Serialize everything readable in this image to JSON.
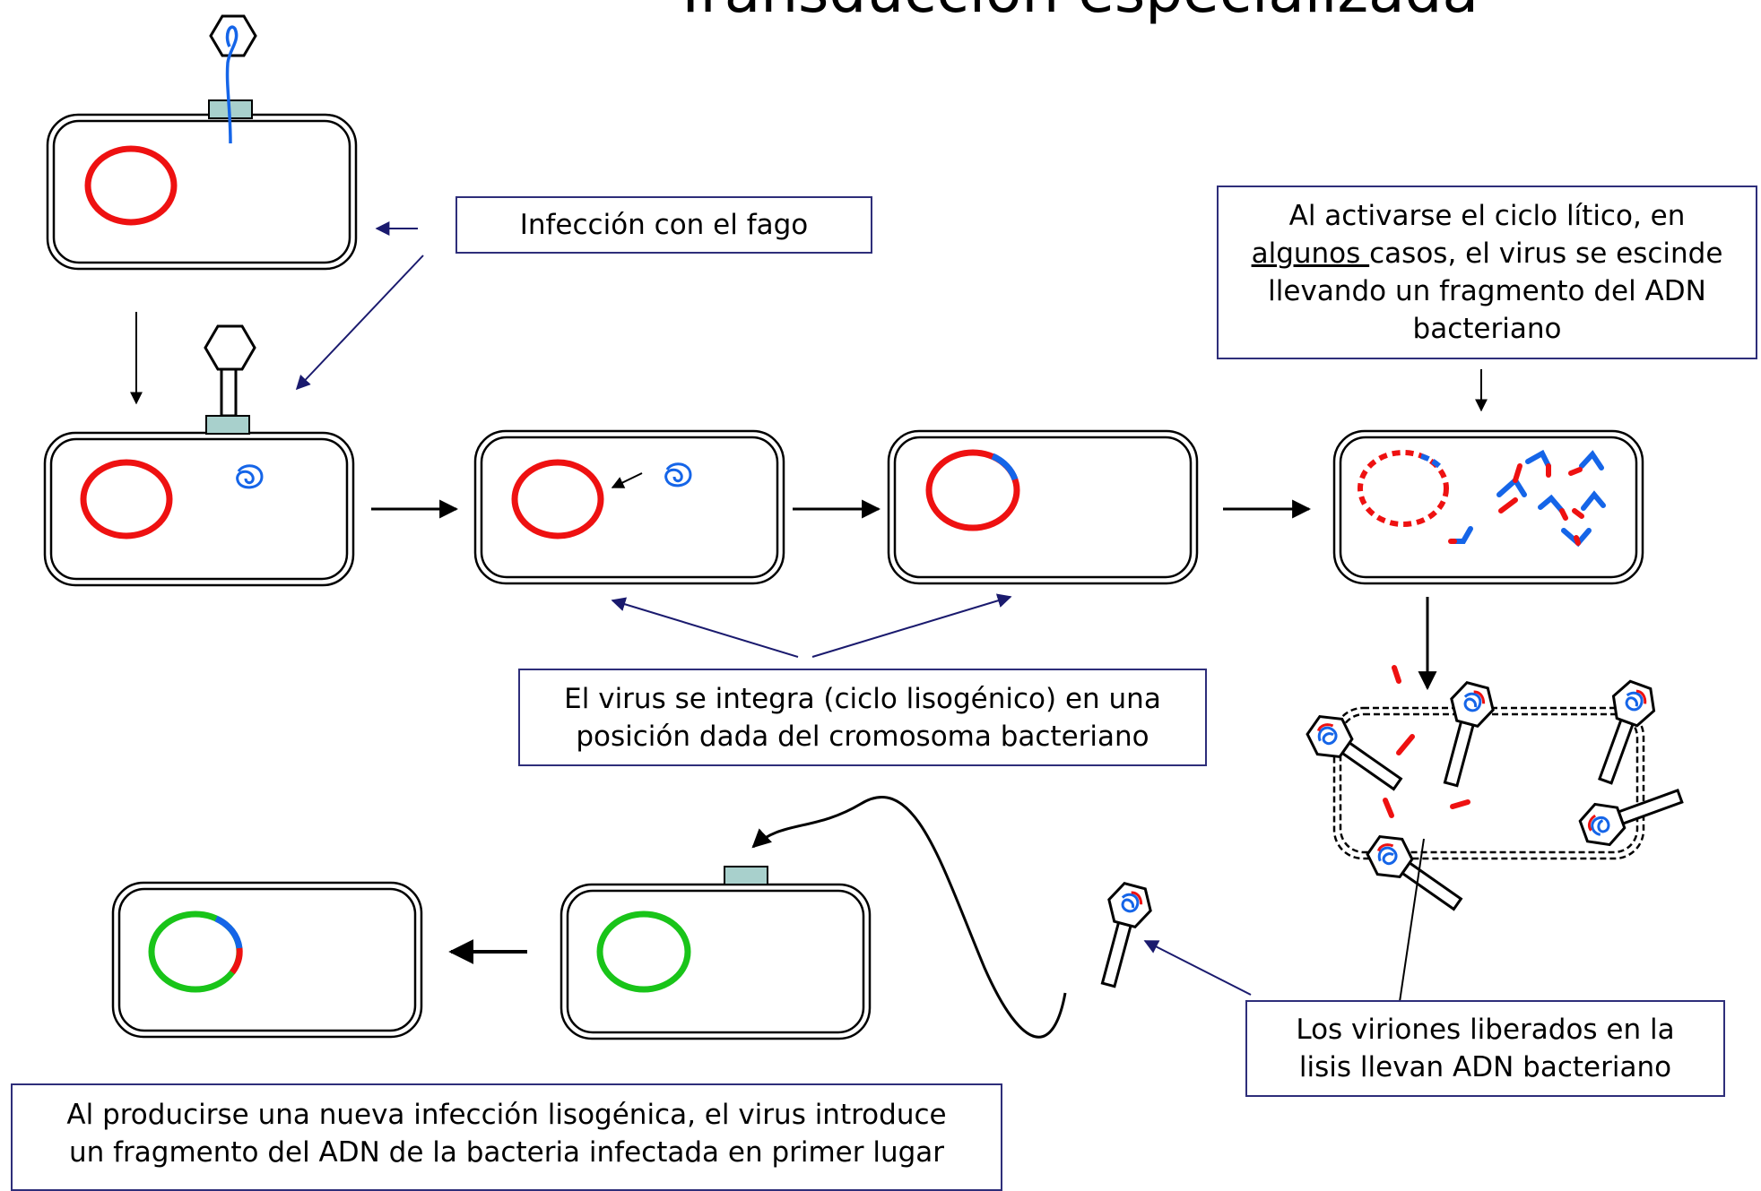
{
  "title": "Transducción especializada",
  "labels": {
    "infection": "Infección con el fago",
    "lytic": {
      "l1_pre": "Al activarse el ciclo lítico, en",
      "l2_u": "algunos ",
      "l2_rest": "casos, el virus se escinde",
      "l3": "llevando un fragmento del ADN",
      "l4": "bacteriano"
    },
    "lysogenic": {
      "l1": "El virus se integra (ciclo lisogénico) en una",
      "l2": "posición dada del cromosoma bacteriano"
    },
    "virions": {
      "l1": "Los viriones liberados en la",
      "l2": "lisis llevan ADN bacteriano"
    },
    "new_infection": {
      "l1": "Al producirse una nueva infección lisogénica, el virus introduce",
      "l2": "un fragmento del ADN de la bacteria infectada en primer lugar"
    }
  },
  "colors": {
    "chromosome": "#ee1111",
    "phage_dna": "#1565e8",
    "new_host_chromosome": "#19c419",
    "baseplate": "#a8d0cc",
    "label_border": "#2e2e7a",
    "arrow": "#000000",
    "pointer_arrow": "#1a1a6e"
  },
  "icons": [
    "bacterium-cell",
    "phage",
    "chromosome-ring",
    "phage-dna-coil",
    "virion"
  ]
}
